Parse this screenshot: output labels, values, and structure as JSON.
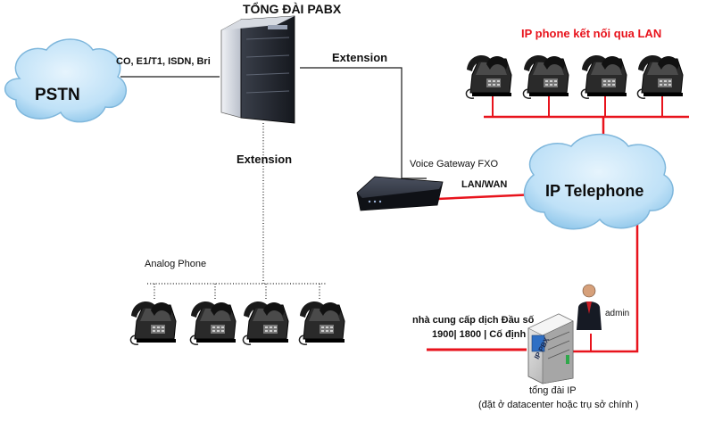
{
  "title": "TỔNG ĐÀI PABX",
  "clouds": {
    "pstn": "PSTN",
    "ip_telephone": "IP Telephone"
  },
  "links": {
    "pstn_to_pabx": "CO, E1/T1, ISDN, Bri",
    "pabx_to_gateway": "Extension",
    "pabx_to_analog": "Extension",
    "gateway_to_cloud": "LAN/WAN"
  },
  "devices": {
    "voice_gateway": "Voice Gateway FXO",
    "ip_pbx_tag": "IP PBX",
    "admin": "admin"
  },
  "groups": {
    "ip_phones": "IP phone kết nối qua LAN",
    "analog_phones": "Analog Phone"
  },
  "provider": {
    "line1": "nhà cung cấp dịch Đầu số",
    "line2": "1900| 1800 | Cố định"
  },
  "ip_pbx": {
    "title": "tổng đài IP",
    "location": "(đặt ở datacenter hoặc trụ sở chính )"
  },
  "colors": {
    "red_line": "#e8131c",
    "cloud_fill": "#bfe1f7",
    "cloud_edge": "#7fb7dc",
    "black_line": "#1a1a1a"
  }
}
